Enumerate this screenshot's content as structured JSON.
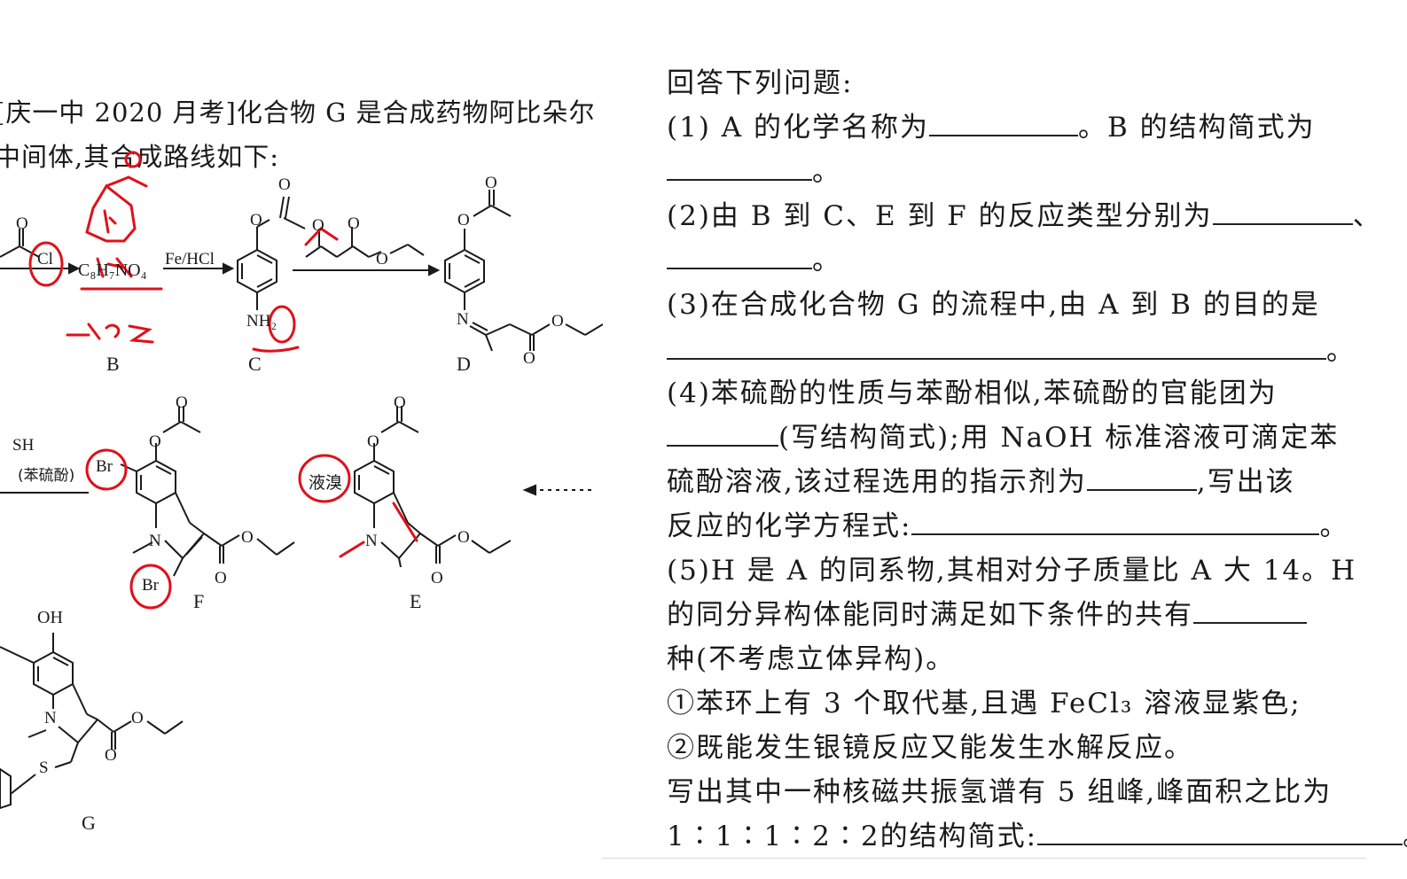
{
  "left": {
    "header_line1": "[庆一中 2020 月考]化合物 G 是合成药物阿比朵尔",
    "header_line2": "中间体,其合成路线如下:",
    "labels": {
      "cl": "Cl",
      "formula": "C₈H₇NO₄",
      "reagent1": "Fe/HCl",
      "nh2": "NH₂",
      "n_d": "N",
      "b": "B",
      "c": "C",
      "d": "D",
      "sh": "SH",
      "phenyl_thiol": "(苯硫酚)",
      "br1": "Br",
      "br2": "Br",
      "liquid_bromine": "液溴",
      "n_f": "N",
      "n_e": "N",
      "n_g": "N",
      "e": "E",
      "f": "F",
      "g": "G",
      "oh": "OH",
      "s": "S",
      "o": "O",
      "handwritten_no2": "-NO2"
    }
  },
  "right": {
    "lines": [
      "回答下列问题:",
      "(1) A 的化学名称为",
      "。B 的结构简式为",
      "。",
      "(2)由 B 到 C、E 到 F 的反应类型分别为",
      "、",
      "。",
      "(3)在合成化合物 G 的流程中,由 A 到 B 的目的是",
      "。",
      "(4)苯硫酚的性质与苯酚相似,苯硫酚的官能团为",
      "(写结构简式);用 NaOH 标准溶液可滴定苯",
      "硫酚溶液,该过程选用的指示剂为",
      ",写出该",
      "反应的化学方程式:",
      "。",
      "(5)H 是 A 的同系物,其相对分子质量比 A 大 14。H",
      "的同分异构体能同时满足如下条件的共有",
      "种(不考虑立体异构)。",
      "①苯环上有 3 个取代基,且遇 FeCl₃ 溶液显紫色;",
      "②既能发生银镜反应又能发生水解反应。",
      "写出其中一种核磁共振氢谱有 5 组峰,峰面积之比为",
      "1∶1∶1∶2∶2的结构简式:",
      "。"
    ]
  }
}
